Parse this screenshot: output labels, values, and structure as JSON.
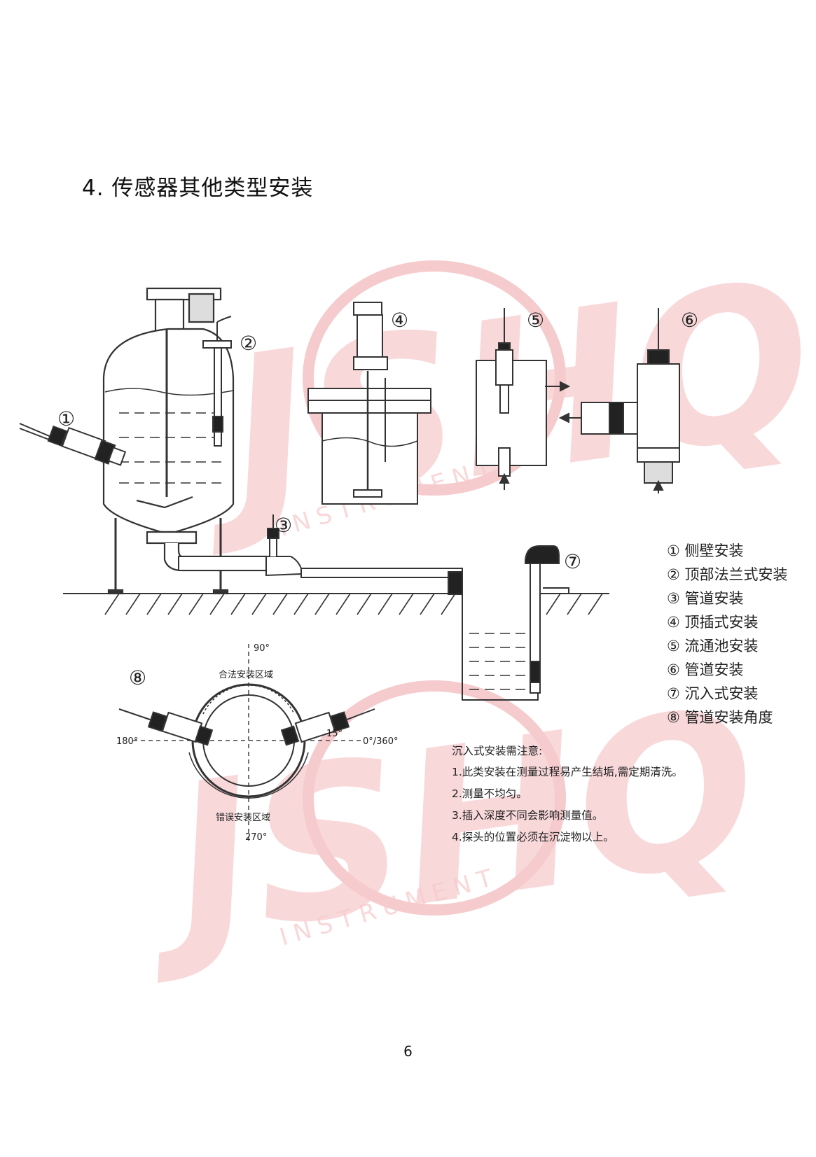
{
  "section_title": "4. 传感器其他类型安装",
  "diagram_markers": [
    "①",
    "②",
    "③",
    "④",
    "⑤",
    "⑥",
    "⑦",
    "⑧"
  ],
  "angle_diagram": {
    "deg_90": "90°",
    "deg_180": "180°",
    "deg_0_360": "0°/360°",
    "deg_270": "270°",
    "deg_15": "15°",
    "legal_zone": "合法安装区域",
    "wrong_zone": "错误安装区域"
  },
  "legend": [
    "① 侧壁安装",
    "② 顶部法兰式安装",
    "③ 管道安装",
    "④ 顶插式安装",
    "⑤ 流通池安装",
    "⑥ 管道安装",
    "⑦ 沉入式安装",
    "⑧ 管道安装角度"
  ],
  "notes": {
    "title": "沉入式安装需注意:",
    "lines": [
      "1.此类安装在测量过程易产生结垢,需定期清洗。",
      "2.测量不均匀。",
      "3.插入深度不同会影响测量值。",
      "4.探头的位置必须在沉淀物以上。"
    ]
  },
  "watermark": {
    "logo_text": "JSHQ",
    "sub_text": "INSTRUMENT",
    "color": "#f2b4b6"
  },
  "page_number": "6"
}
